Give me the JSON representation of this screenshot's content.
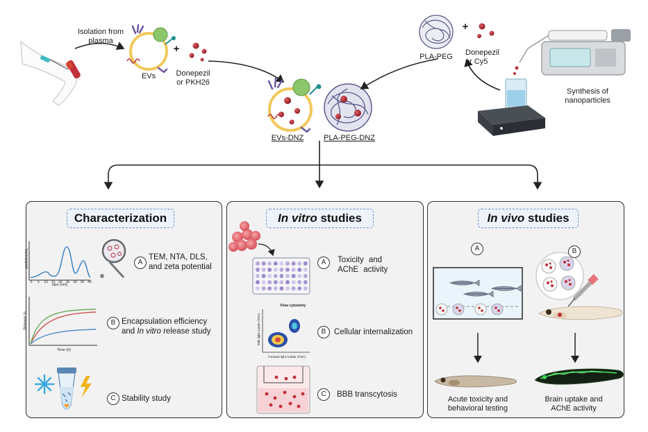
{
  "top": {
    "isolation_label": "Isolation from plasma",
    "evs_label": "EVs",
    "plus": "+",
    "evs_cargo": "Donepezil or PKH26",
    "pla_peg_label": "PLA-PEG",
    "np_cargo": "Donepezil or Cy5",
    "synthesis_label": "Synthesis of nanoparticles",
    "evs_dnz_label": "EVs-DNZ",
    "pla_peg_dnz_label": "PLA-PEG-DNZ"
  },
  "panels": {
    "characterization": {
      "title": "Characterization",
      "items": [
        {
          "letter": "A",
          "text": "TEM, NTA, DLS, and zeta potential"
        },
        {
          "letter": "B",
          "text_pre": "Encapsulation efficiency and ",
          "text_italic": "In vitro",
          "text_post": " release study"
        },
        {
          "letter": "C",
          "text": "Stability study"
        }
      ],
      "plot1": {
        "ylabel": "particles/mL",
        "xlabel": "size (nm)",
        "ticks": [
          "0",
          "5",
          "10",
          "15",
          "20",
          "25",
          "30",
          "35",
          "40"
        ]
      },
      "plot2": {
        "ylabel": "Release %",
        "xlabel": "Time (h)"
      }
    },
    "in_vitro": {
      "title_italic": "In vitro",
      "title_rest": "studies",
      "items": [
        {
          "letter": "A",
          "text": "Toxicity and AChE activity"
        },
        {
          "letter": "B",
          "text": "Cellular internalization"
        },
        {
          "letter": "C",
          "text": "BBB transcytosis"
        }
      ],
      "flow": {
        "title": "Flow cytometry",
        "xlabel": "Forward light scatter (FSC)",
        "ylabel": "Side light scatter (SSC)"
      }
    },
    "in_vivo": {
      "title_italic": "In vivo",
      "title_rest": "studies",
      "letters": [
        "A",
        "B"
      ],
      "outcome_a": "Acute toxicity and behavioral testing",
      "outcome_b": "Brain uptake and AChE activity"
    }
  },
  "colors": {
    "panel_bg": "#f2f2f2",
    "title_border": "#6b8fc7",
    "ev_membrane": "#f2c85a",
    "drug": "#b5242b",
    "np_mesh": "#5a5a8a",
    "dish_pink": "#f6d2d6",
    "fluor_green": "#39d353",
    "accent_pink": "#e7737c"
  }
}
